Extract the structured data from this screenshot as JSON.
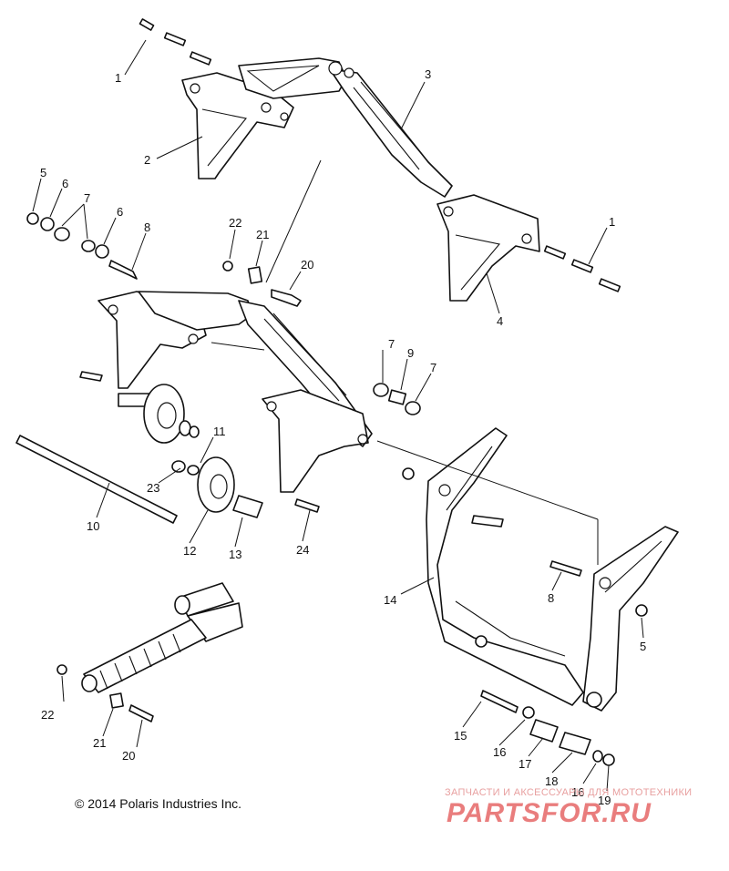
{
  "callouts": [
    "1",
    "2",
    "3",
    "5",
    "6",
    "7",
    "6",
    "8",
    "22",
    "21",
    "20",
    "1",
    "4",
    "7",
    "9",
    "7",
    "11",
    "23",
    "10",
    "12",
    "13",
    "24",
    "14",
    "8",
    "5",
    "22",
    "21",
    "20",
    "15",
    "16",
    "17",
    "18",
    "16",
    "19"
  ],
  "copyright": "© 2014 Polaris Industries Inc.",
  "watermark": {
    "tagline": "ЗАПЧАСТИ И АКСЕССУАРЫ ДЛЯ МОТОТЕХНИКИ",
    "logo": "PARTSFOR.RU"
  },
  "colors": {
    "line": "#111111",
    "watermark": "#e97d7d"
  }
}
